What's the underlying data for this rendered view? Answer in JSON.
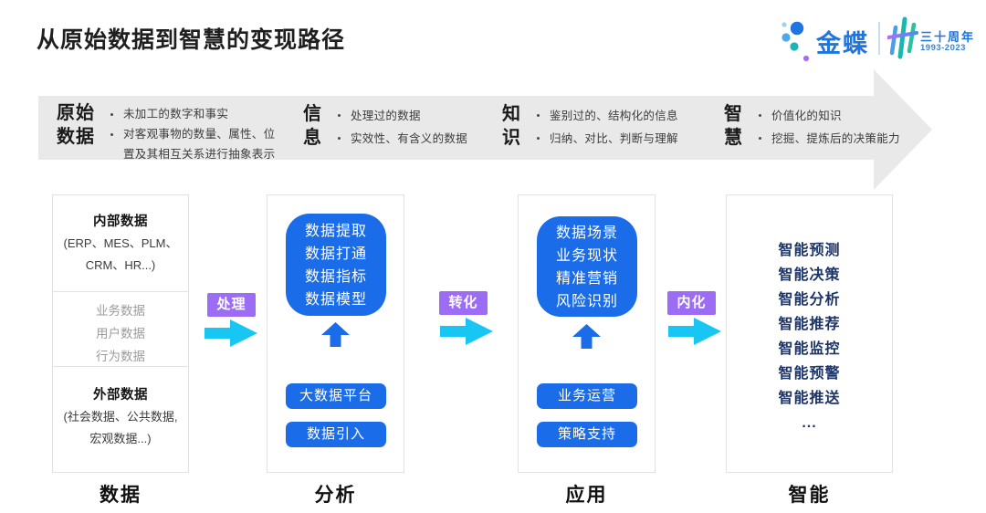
{
  "title": "从原始数据到智慧的变现路径",
  "logo": {
    "brand": "金蝶",
    "anniversary": "三十周年",
    "years": "1993-2023"
  },
  "banner": {
    "stages": [
      {
        "term_lines": [
          "原始",
          "数据"
        ],
        "lines": [
          "未加工的数字和事实",
          "对客观事物的数量、属性、位",
          "置及其相互关系进行抽象表示"
        ]
      },
      {
        "term_lines": [
          "信",
          "息"
        ],
        "lines": [
          "处理过的数据",
          "实效性、有含义的数据"
        ]
      },
      {
        "term_lines": [
          "知",
          "识"
        ],
        "lines": [
          "鉴别过的、结构化的信息",
          "归纳、对比、判断与理解"
        ]
      },
      {
        "term_lines": [
          "智",
          "慧"
        ],
        "lines": [
          "价值化的知识",
          "挖掘、提炼后的决策能力"
        ]
      }
    ]
  },
  "connectors": [
    {
      "label": "处理"
    },
    {
      "label": "转化"
    },
    {
      "label": "内化"
    }
  ],
  "columns": [
    {
      "label": "数据",
      "internal_heading": "内部数据",
      "internal_lines": [
        "(ERP、MES、PLM、",
        "CRM、HR...)"
      ],
      "middle_items": [
        "业务数据",
        "用户数据",
        "行为数据"
      ],
      "external_heading": "外部数据",
      "external_lines": [
        "(社会数据、公共数据,",
        "宏观数据...)"
      ]
    },
    {
      "label": "分析",
      "panel_lines": [
        "数据提取",
        "数据打通",
        "数据指标",
        "数据模型"
      ],
      "buttons": [
        "大数据平台",
        "数据引入"
      ]
    },
    {
      "label": "应用",
      "panel_lines": [
        "数据场景",
        "业务现状",
        "精准营销",
        "风险识别"
      ],
      "buttons": [
        "业务运营",
        "策略支持"
      ]
    },
    {
      "label": "智能",
      "items": [
        "智能预测",
        "智能决策",
        "智能分析",
        "智能推荐",
        "智能监控",
        "智能预警",
        "智能推送",
        "..."
      ]
    }
  ],
  "colors": {
    "primary_blue": "#1b6ce8",
    "navy_text": "#1c3468",
    "connector_purple": "#9d6cf5",
    "connector_cyan": "#18c6f4",
    "banner_gray": "#e9e9e9",
    "brand_blue": "#1e74e0"
  }
}
